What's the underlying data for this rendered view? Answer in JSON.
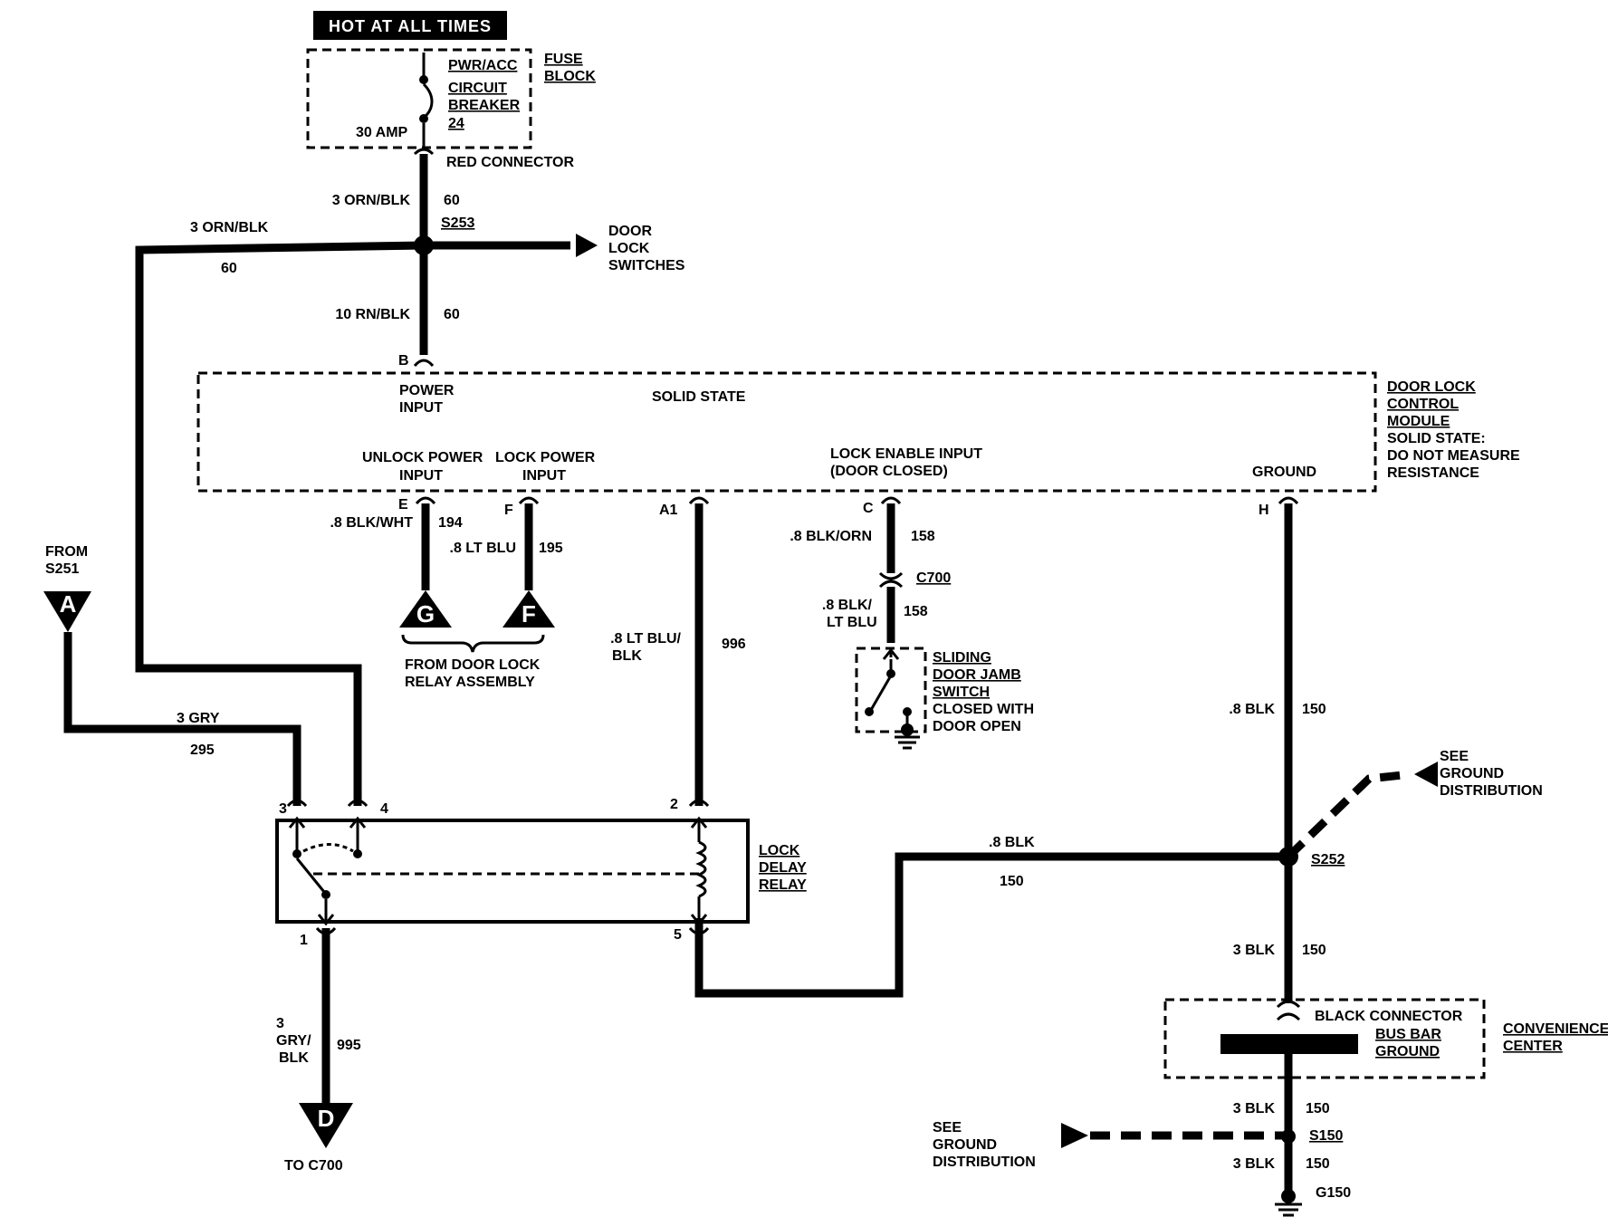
{
  "badge": "HOT AT ALL TIMES",
  "fuse_block": {
    "title_line1": "FUSE",
    "title_line2": "BLOCK",
    "breaker_line1": "PWR/ACC",
    "breaker_line2": "CIRCUIT",
    "breaker_line3": "BREAKER",
    "breaker_line4": "24",
    "rating": "30 AMP"
  },
  "red_connector": "RED CONNECTOR",
  "wires": {
    "w1_gauge": "3 ORN/BLK",
    "w1_circuit": "60",
    "w2_gauge": "3 ORN/BLK",
    "w2_circuit": "60",
    "w3_gauge": "10 RN/BLK",
    "w3_circuit": "60",
    "w_e_gauge": ".8 BLK/WHT",
    "w_e_circuit": "194",
    "w_f_gauge": ".8 LT BLU",
    "w_f_circuit": "195",
    "w_a1_gauge_line1": ".8 LT BLU/",
    "w_a1_gauge_line2": "BLK",
    "w_a1_circuit": "996",
    "w_c_gauge": ".8 BLK/ORN",
    "w_c_circuit": "158",
    "w_c2_gauge_line1": ".8 BLK/",
    "w_c2_gauge_line2": "LT BLU",
    "w_c2_circuit": "158",
    "w_h_gauge": ".8 BLK",
    "w_h_circuit": "150",
    "w_gry_gauge": "3 GRY",
    "w_gry_circuit": "295",
    "w_5_gauge": ".8 BLK",
    "w_5_circuit": "150",
    "w_s252_gauge": "3 BLK",
    "w_s252_circuit": "150",
    "w_out_gauge_line1": "3",
    "w_out_gauge_line2": "GRY/",
    "w_out_gauge_line3": "BLK",
    "w_out_circuit": "995",
    "w_bus1_gauge": "3 BLK",
    "w_bus1_circuit": "150",
    "w_bus2_gauge": "3 BLK",
    "w_bus2_circuit": "150"
  },
  "splices": {
    "s253": "S253",
    "s252": "S252",
    "s150": "S150",
    "g150": "G150"
  },
  "door_lock_switches": {
    "line1": "DOOR",
    "line2": "LOCK",
    "line3": "SWITCHES"
  },
  "module": {
    "pin_b": "B",
    "power_input_line1": "POWER",
    "power_input_line2": "INPUT",
    "solid_state": "SOLID STATE",
    "unlock_line1": "UNLOCK POWER",
    "unlock_line2": "INPUT",
    "lock_line1": "LOCK POWER",
    "lock_line2": "INPUT",
    "lock_enable_line1": "LOCK ENABLE INPUT",
    "lock_enable_line2": "(DOOR CLOSED)",
    "ground": "GROUND",
    "pin_e": "E",
    "pin_f": "F",
    "pin_a1": "A1",
    "pin_c": "C",
    "pin_h": "H",
    "title_line1": "DOOR LOCK",
    "title_line2": "CONTROL",
    "title_line3": "MODULE",
    "note_line1": "SOLID STATE:",
    "note_line2": "DO NOT MEASURE",
    "note_line3": "RESISTANCE"
  },
  "from_s251": {
    "line1": "FROM",
    "line2": "S251",
    "letter": "A"
  },
  "relay_assembly": {
    "letter_g": "G",
    "letter_f": "F",
    "line1": "FROM DOOR LOCK",
    "line2": "RELAY ASSEMBLY"
  },
  "c700": "C700",
  "jamb_switch": {
    "line1": "SLIDING",
    "line2": "DOOR JAMB",
    "line3": "SWITCH",
    "line4": "CLOSED WITH",
    "line5": "DOOR OPEN"
  },
  "relay": {
    "pin3": "3",
    "pin4": "4",
    "pin2": "2",
    "pin1": "1",
    "pin5": "5",
    "title_line1": "LOCK",
    "title_line2": "DELAY",
    "title_line3": "RELAY"
  },
  "see_ground_1": {
    "line1": "SEE",
    "line2": "GROUND",
    "line3": "DISTRIBUTION"
  },
  "see_ground_2": {
    "line1": "SEE",
    "line2": "GROUND",
    "line3": "DISTRIBUTION"
  },
  "convenience": {
    "connector": "BLACK CONNECTOR",
    "bus_line1": "BUS BAR",
    "bus_line2": "GROUND",
    "title_line1": "CONVENIENCE",
    "title_line2": "CENTER"
  },
  "to_c700": {
    "letter": "D",
    "label": "TO C700"
  }
}
